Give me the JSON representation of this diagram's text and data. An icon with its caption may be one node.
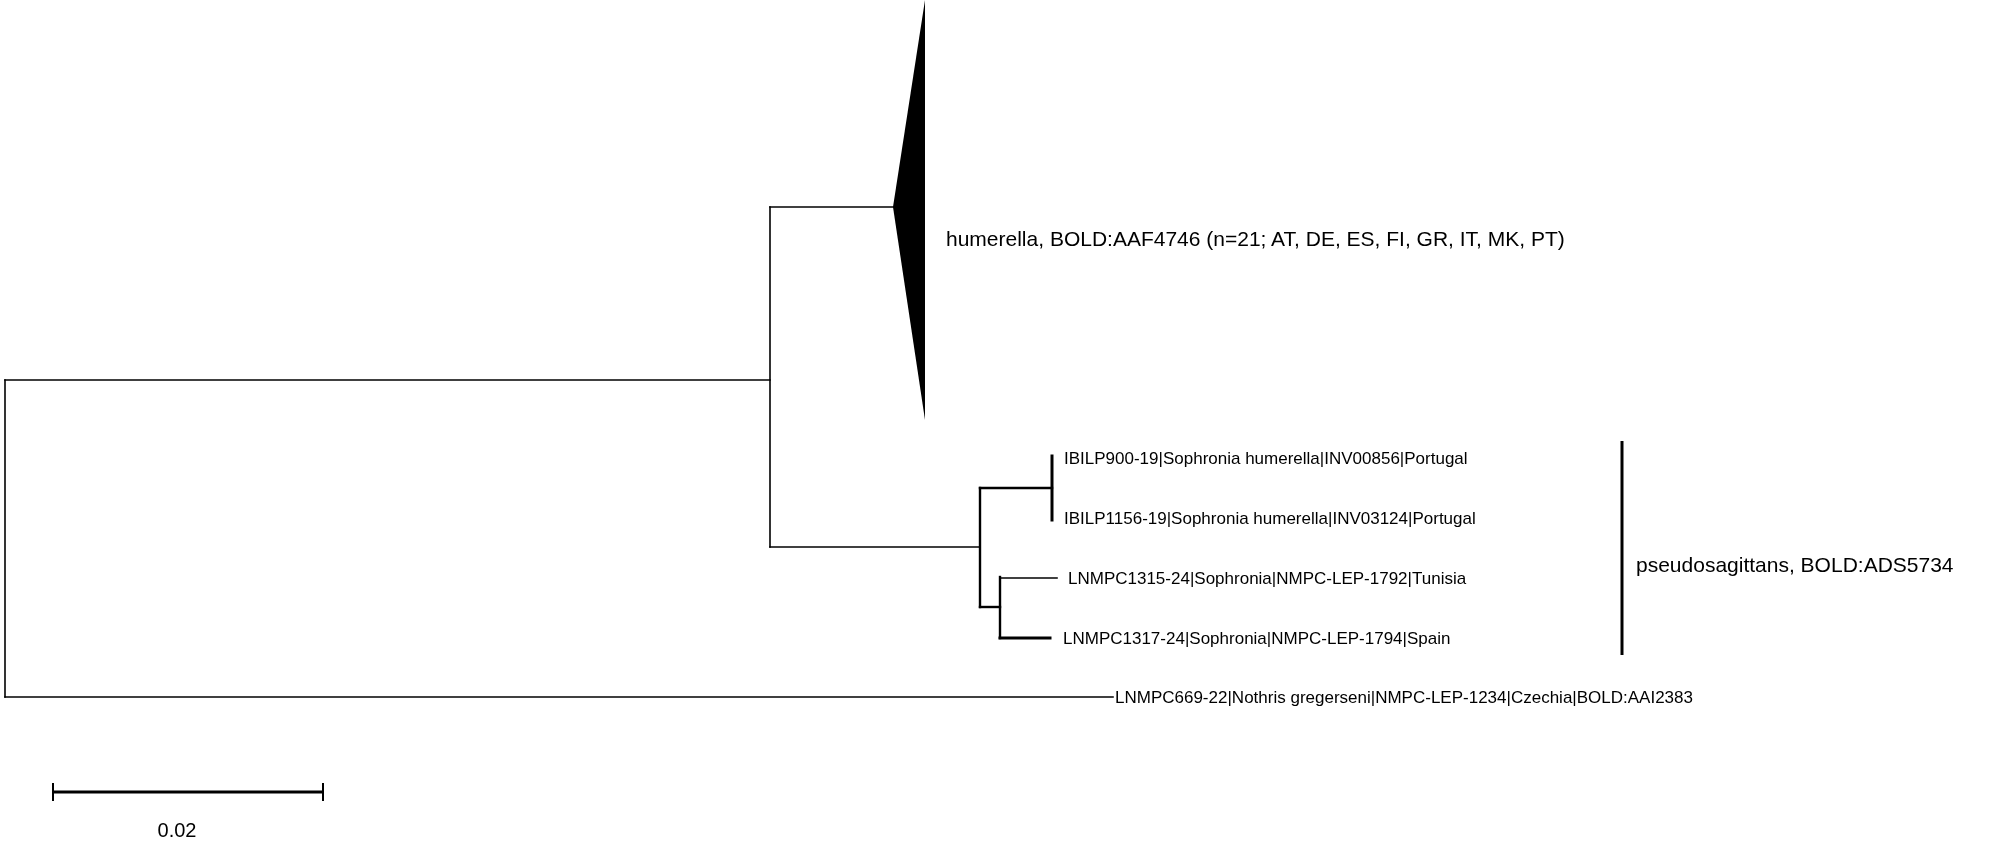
{
  "diagram": {
    "nodes": [
      {
        "text": [],
        "shape": "triangle",
        "beside": [
          "humerella, BOLD:AAF4746 (n=21; AT, DE, ES, FI, GR, IT, MK, PT)"
        ]
      }
    ],
    "labels": [
      "IBILP900-19|Sophronia humerella|INV00856|Portugal",
      "IBILP1156-19|Sophronia humerella|INV03124|Portugal",
      "LNMPC1315-24|Sophronia|NMPC-LEP-1792|Tunisia",
      "LNMPC1317-24|Sophronia|NMPC-LEP-1794|Spain",
      "pseudosagittans, BOLD:ADS5734",
      "LNMPC669-22|Nothris gregerseni|NMPC-LEP-1234|Czechia|BOLD:AAI2383",
      "0.02"
    ]
  }
}
